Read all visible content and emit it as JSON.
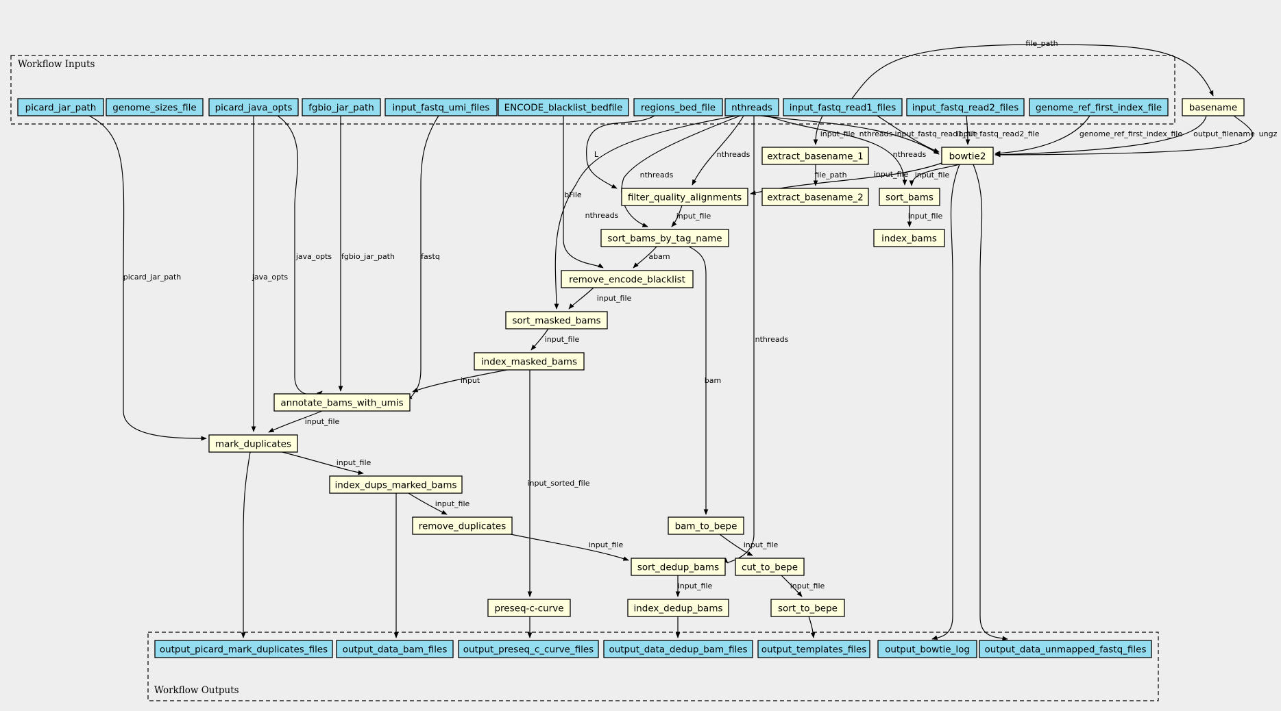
{
  "clusters": {
    "inputs_label": "Workflow Inputs",
    "outputs_label": "Workflow Outputs"
  },
  "colors": {
    "io_fill": "#94ddf0",
    "step_fill": "#ffffdd",
    "background": "#eeeeee"
  },
  "nodes": [
    {
      "id": "picard_jar_path",
      "kind": "input",
      "label": "picard_jar_path"
    },
    {
      "id": "genome_sizes_file",
      "kind": "input",
      "label": "genome_sizes_file"
    },
    {
      "id": "picard_java_opts",
      "kind": "input",
      "label": "picard_java_opts"
    },
    {
      "id": "fgbio_jar_path",
      "kind": "input",
      "label": "fgbio_jar_path"
    },
    {
      "id": "input_fastq_umi_files",
      "kind": "input",
      "label": "input_fastq_umi_files"
    },
    {
      "id": "encode_blacklist",
      "kind": "input",
      "label": "ENCODE_blacklist_bedfile"
    },
    {
      "id": "regions_bed_file",
      "kind": "input",
      "label": "regions_bed_file"
    },
    {
      "id": "nthreads",
      "kind": "input",
      "label": "nthreads"
    },
    {
      "id": "input_fastq_read1_files",
      "kind": "input",
      "label": "input_fastq_read1_files"
    },
    {
      "id": "input_fastq_read2_files",
      "kind": "input",
      "label": "input_fastq_read2_files"
    },
    {
      "id": "genome_ref_first_index_file",
      "kind": "input",
      "label": "genome_ref_first_index_file"
    },
    {
      "id": "basename",
      "kind": "step",
      "label": "basename"
    },
    {
      "id": "extract_basename_1",
      "kind": "step",
      "label": "extract_basename_1"
    },
    {
      "id": "bowtie2",
      "kind": "step",
      "label": "bowtie2"
    },
    {
      "id": "filter_quality_alignments",
      "kind": "step",
      "label": "filter_quality_alignments"
    },
    {
      "id": "extract_basename_2",
      "kind": "step",
      "label": "extract_basename_2"
    },
    {
      "id": "sort_bams",
      "kind": "step",
      "label": "sort_bams"
    },
    {
      "id": "sort_bams_by_tag_name",
      "kind": "step",
      "label": "sort_bams_by_tag_name"
    },
    {
      "id": "index_bams",
      "kind": "step",
      "label": "index_bams"
    },
    {
      "id": "remove_encode_blacklist",
      "kind": "step",
      "label": "remove_encode_blacklist"
    },
    {
      "id": "sort_masked_bams",
      "kind": "step",
      "label": "sort_masked_bams"
    },
    {
      "id": "index_masked_bams",
      "kind": "step",
      "label": "index_masked_bams"
    },
    {
      "id": "annotate_bams_with_umis",
      "kind": "step",
      "label": "annotate_bams_with_umis"
    },
    {
      "id": "mark_duplicates",
      "kind": "step",
      "label": "mark_duplicates"
    },
    {
      "id": "index_dups_marked_bams",
      "kind": "step",
      "label": "index_dups_marked_bams"
    },
    {
      "id": "remove_duplicates",
      "kind": "step",
      "label": "remove_duplicates"
    },
    {
      "id": "bam_to_bepe",
      "kind": "step",
      "label": "bam_to_bepe"
    },
    {
      "id": "sort_dedup_bams",
      "kind": "step",
      "label": "sort_dedup_bams"
    },
    {
      "id": "cut_to_bepe",
      "kind": "step",
      "label": "cut_to_bepe"
    },
    {
      "id": "preseq_c_curve",
      "kind": "step",
      "label": "preseq-c-curve"
    },
    {
      "id": "index_dedup_bams",
      "kind": "step",
      "label": "index_dedup_bams"
    },
    {
      "id": "sort_to_bepe",
      "kind": "step",
      "label": "sort_to_bepe"
    },
    {
      "id": "output_picard_mark_duplicates_files",
      "kind": "output",
      "label": "output_picard_mark_duplicates_files"
    },
    {
      "id": "output_data_bam_files",
      "kind": "output",
      "label": "output_data_bam_files"
    },
    {
      "id": "output_preseq_c_curve_files",
      "kind": "output",
      "label": "output_preseq_c_curve_files"
    },
    {
      "id": "output_data_dedup_bam_files",
      "kind": "output",
      "label": "output_data_dedup_bam_files"
    },
    {
      "id": "output_templates_files",
      "kind": "output",
      "label": "output_templates_files"
    },
    {
      "id": "output_bowtie_log",
      "kind": "output",
      "label": "output_bowtie_log"
    },
    {
      "id": "output_data_unmapped_fastq_files",
      "kind": "output",
      "label": "output_data_unmapped_fastq_files"
    }
  ],
  "edges": [
    {
      "id": "e_read1_basename",
      "from": "input_fastq_read1_files",
      "to": "basename",
      "label": "file_path"
    },
    {
      "id": "e_basename_bowtie_out",
      "from": "basename",
      "to": "bowtie2",
      "label": "output_filename"
    },
    {
      "id": "e_basename_bowtie_ungz",
      "from": "basename",
      "to": "bowtie2",
      "label": "ungz"
    },
    {
      "id": "e_picardjar_markdup",
      "from": "picard_jar_path",
      "to": "mark_duplicates",
      "label": "picard_jar_path"
    },
    {
      "id": "e_javaopts_markdup",
      "from": "picard_java_opts",
      "to": "mark_duplicates",
      "label": "java_opts"
    },
    {
      "id": "e_javaopts_annotate",
      "from": "picard_java_opts",
      "to": "annotate_bams_with_umis",
      "label": "java_opts"
    },
    {
      "id": "e_fgbio_annotate",
      "from": "fgbio_jar_path",
      "to": "annotate_bams_with_umis",
      "label": "fgbio_jar_path"
    },
    {
      "id": "e_umi_annotate",
      "from": "input_fastq_umi_files",
      "to": "annotate_bams_with_umis",
      "label": "fastq"
    },
    {
      "id": "e_blacklist_remove",
      "from": "encode_blacklist",
      "to": "remove_encode_blacklist",
      "label": "bFile"
    },
    {
      "id": "e_regions_filter",
      "from": "regions_bed_file",
      "to": "filter_quality_alignments",
      "label": "L"
    },
    {
      "id": "e_nthreads_filter",
      "from": "nthreads",
      "to": "filter_quality_alignments",
      "label": "nthreads"
    },
    {
      "id": "e_nthreads_sortbytag",
      "from": "nthreads",
      "to": "sort_bams_by_tag_name",
      "label": "nthreads"
    },
    {
      "id": "e_nthreads_sortmasked",
      "from": "nthreads",
      "to": "sort_masked_bams",
      "label": "nthreads"
    },
    {
      "id": "e_nthreads_sortdedup",
      "from": "nthreads",
      "to": "sort_dedup_bams",
      "label": "nthreads"
    },
    {
      "id": "e_nthreads_bowtie",
      "from": "nthreads",
      "to": "bowtie2",
      "label": "nthreads"
    },
    {
      "id": "e_nthreads_sortbams",
      "from": "nthreads",
      "to": "sort_bams",
      "label": "nthreads"
    },
    {
      "id": "e_read1_extract1",
      "from": "input_fastq_read1_files",
      "to": "extract_basename_1",
      "label": "input_file"
    },
    {
      "id": "e_read1_bowtie",
      "from": "input_fastq_read1_files",
      "to": "bowtie2",
      "label": "input_fastq_read1_file"
    },
    {
      "id": "e_read2_bowtie",
      "from": "input_fastq_read2_files",
      "to": "bowtie2",
      "label": "input_fastq_read2_file"
    },
    {
      "id": "e_genome_bowtie",
      "from": "genome_ref_first_index_file",
      "to": "bowtie2",
      "label": "genome_ref_first_index_file"
    },
    {
      "id": "e_extract1_extract2",
      "from": "extract_basename_1",
      "to": "extract_basename_2",
      "label": "file_path"
    },
    {
      "id": "e_bowtie_filter",
      "from": "bowtie2",
      "to": "filter_quality_alignments",
      "label": "input_file"
    },
    {
      "id": "e_bowtie_sortbams",
      "from": "bowtie2",
      "to": "sort_bams",
      "label": "input_file"
    },
    {
      "id": "e_bowtie_log",
      "from": "bowtie2",
      "to": "output_bowtie_log",
      "label": ""
    },
    {
      "id": "e_bowtie_unmapped",
      "from": "bowtie2",
      "to": "output_data_unmapped_fastq_files",
      "label": ""
    },
    {
      "id": "e_sortbams_index",
      "from": "sort_bams",
      "to": "index_bams",
      "label": "input_file"
    },
    {
      "id": "e_filter_sortbytag",
      "from": "filter_quality_alignments",
      "to": "sort_bams_by_tag_name",
      "label": "input_file"
    },
    {
      "id": "e_sortbytag_remove",
      "from": "sort_bams_by_tag_name",
      "to": "remove_encode_blacklist",
      "label": "abam"
    },
    {
      "id": "e_sortbytag_bepe",
      "from": "sort_bams_by_tag_name",
      "to": "bam_to_bepe",
      "label": "bam"
    },
    {
      "id": "e_remove_sortmasked",
      "from": "remove_encode_blacklist",
      "to": "sort_masked_bams",
      "label": "input_file"
    },
    {
      "id": "e_sortmasked_index",
      "from": "sort_masked_bams",
      "to": "index_masked_bams",
      "label": "input_file"
    },
    {
      "id": "e_indexmasked_annotate",
      "from": "index_masked_bams",
      "to": "annotate_bams_with_umis",
      "label": "input"
    },
    {
      "id": "e_indexmasked_preseq",
      "from": "index_masked_bams",
      "to": "preseq_c_curve",
      "label": "input_sorted_file"
    },
    {
      "id": "e_annotate_markdup",
      "from": "annotate_bams_with_umis",
      "to": "mark_duplicates",
      "label": "input_file"
    },
    {
      "id": "e_markdup_indexdups",
      "from": "mark_duplicates",
      "to": "index_dups_marked_bams",
      "label": "input_file"
    },
    {
      "id": "e_markdup_out",
      "from": "mark_duplicates",
      "to": "output_picard_mark_duplicates_files",
      "label": ""
    },
    {
      "id": "e_indexdups_removedup",
      "from": "index_dups_marked_bams",
      "to": "remove_duplicates",
      "label": "input_file"
    },
    {
      "id": "e_indexdups_out",
      "from": "index_dups_marked_bams",
      "to": "output_data_bam_files",
      "label": ""
    },
    {
      "id": "e_removedup_sortdedup",
      "from": "remove_duplicates",
      "to": "sort_dedup_bams",
      "label": "input_file"
    },
    {
      "id": "e_bepe_cut",
      "from": "bam_to_bepe",
      "to": "cut_to_bepe",
      "label": "input_file"
    },
    {
      "id": "e_sortdedup_index",
      "from": "sort_dedup_bams",
      "to": "index_dedup_bams",
      "label": "input_file"
    },
    {
      "id": "e_cut_sort",
      "from": "cut_to_bepe",
      "to": "sort_to_bepe",
      "label": "input_file"
    },
    {
      "id": "e_preseq_out",
      "from": "preseq_c_curve",
      "to": "output_preseq_c_curve_files",
      "label": ""
    },
    {
      "id": "e_indexdedup_out",
      "from": "index_dedup_bams",
      "to": "output_data_dedup_bam_files",
      "label": ""
    },
    {
      "id": "e_sorttobepe_out",
      "from": "sort_to_bepe",
      "to": "output_templates_files",
      "label": ""
    }
  ]
}
